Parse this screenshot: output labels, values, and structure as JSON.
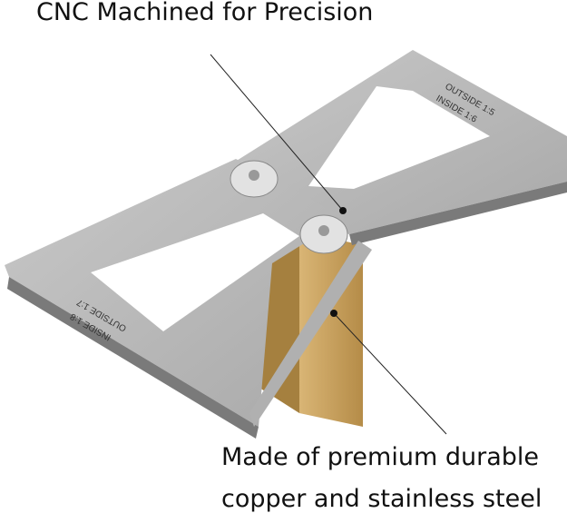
{
  "captions": {
    "top": "CNC Machined for Precision",
    "bottom_line1": "Made of premium durable",
    "bottom_line2": "copper and stainless steel"
  },
  "engravings": {
    "right_outside": "OUTSIDE 1:5",
    "right_inside": "INSIDE 1:6",
    "left_outside": "OUTSIDE 1:7",
    "left_inside": "INSIDE 1:8"
  },
  "colors": {
    "steel": "#b9b9b9",
    "steel_edge": "#7a7a7a",
    "brass": "#c9a25e",
    "brass_dark": "#a5803f"
  }
}
